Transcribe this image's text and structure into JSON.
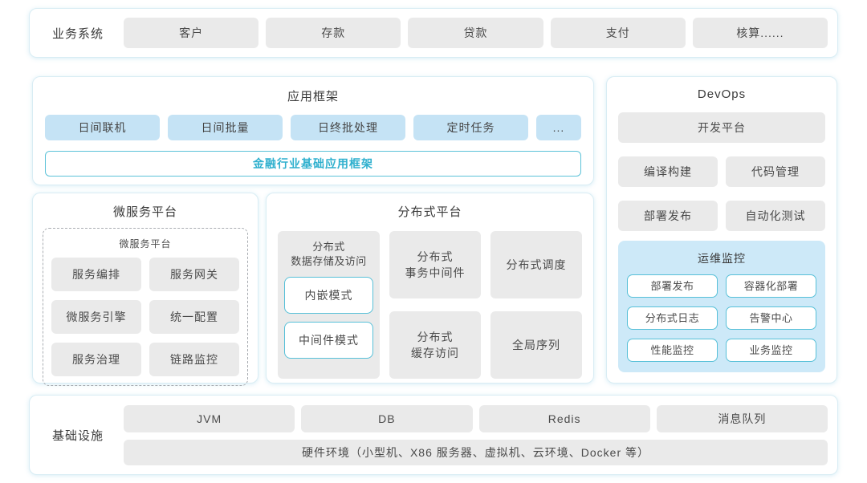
{
  "colors": {
    "panel_border": "#d9edf4",
    "grey_box": "#eaeaea",
    "blue_box": "#c5e3f5",
    "monitor_panel_bg": "#cde9f8",
    "cyan_border": "#57c0d8",
    "cyan_text": "#2fb0ce",
    "text": "#4a4a4a"
  },
  "business_systems": {
    "label": "业务系统",
    "items": [
      "客户",
      "存款",
      "贷款",
      "支付",
      "核算......"
    ]
  },
  "app_framework": {
    "title": "应用框架",
    "modules": [
      "日间联机",
      "日间批量",
      "日终批处理",
      "定时任务",
      "..."
    ],
    "base_framework": "金融行业基础应用框架"
  },
  "microservice": {
    "title": "微服务平台",
    "inner_title": "微服务平台",
    "items": [
      "服务编排",
      "服务网关",
      "微服务引擎",
      "统一配置",
      "服务治理",
      "链路监控"
    ]
  },
  "distributed": {
    "title": "分布式平台",
    "storage": {
      "label": "分布式\n数据存储及访问",
      "modes": [
        "内嵌模式",
        "中间件模式"
      ]
    },
    "cells": [
      "分布式\n事务中间件",
      "分布式\n缓存访问",
      "分布式调度",
      "全局序列"
    ]
  },
  "devops": {
    "title": "DevOps",
    "platform": "开发平台",
    "tools": [
      "编译构建",
      "代码管理",
      "部署发布",
      "自动化测试"
    ],
    "monitoring": {
      "title": "运维监控",
      "items": [
        "部署发布",
        "容器化部署",
        "分布式日志",
        "告警中心",
        "性能监控",
        "业务监控"
      ]
    }
  },
  "infrastructure": {
    "label": "基础设施",
    "items": [
      "JVM",
      "DB",
      "Redis",
      "消息队列"
    ],
    "hardware": "硬件环境（小型机、X86 服务器、虚拟机、云环境、Docker 等）"
  }
}
